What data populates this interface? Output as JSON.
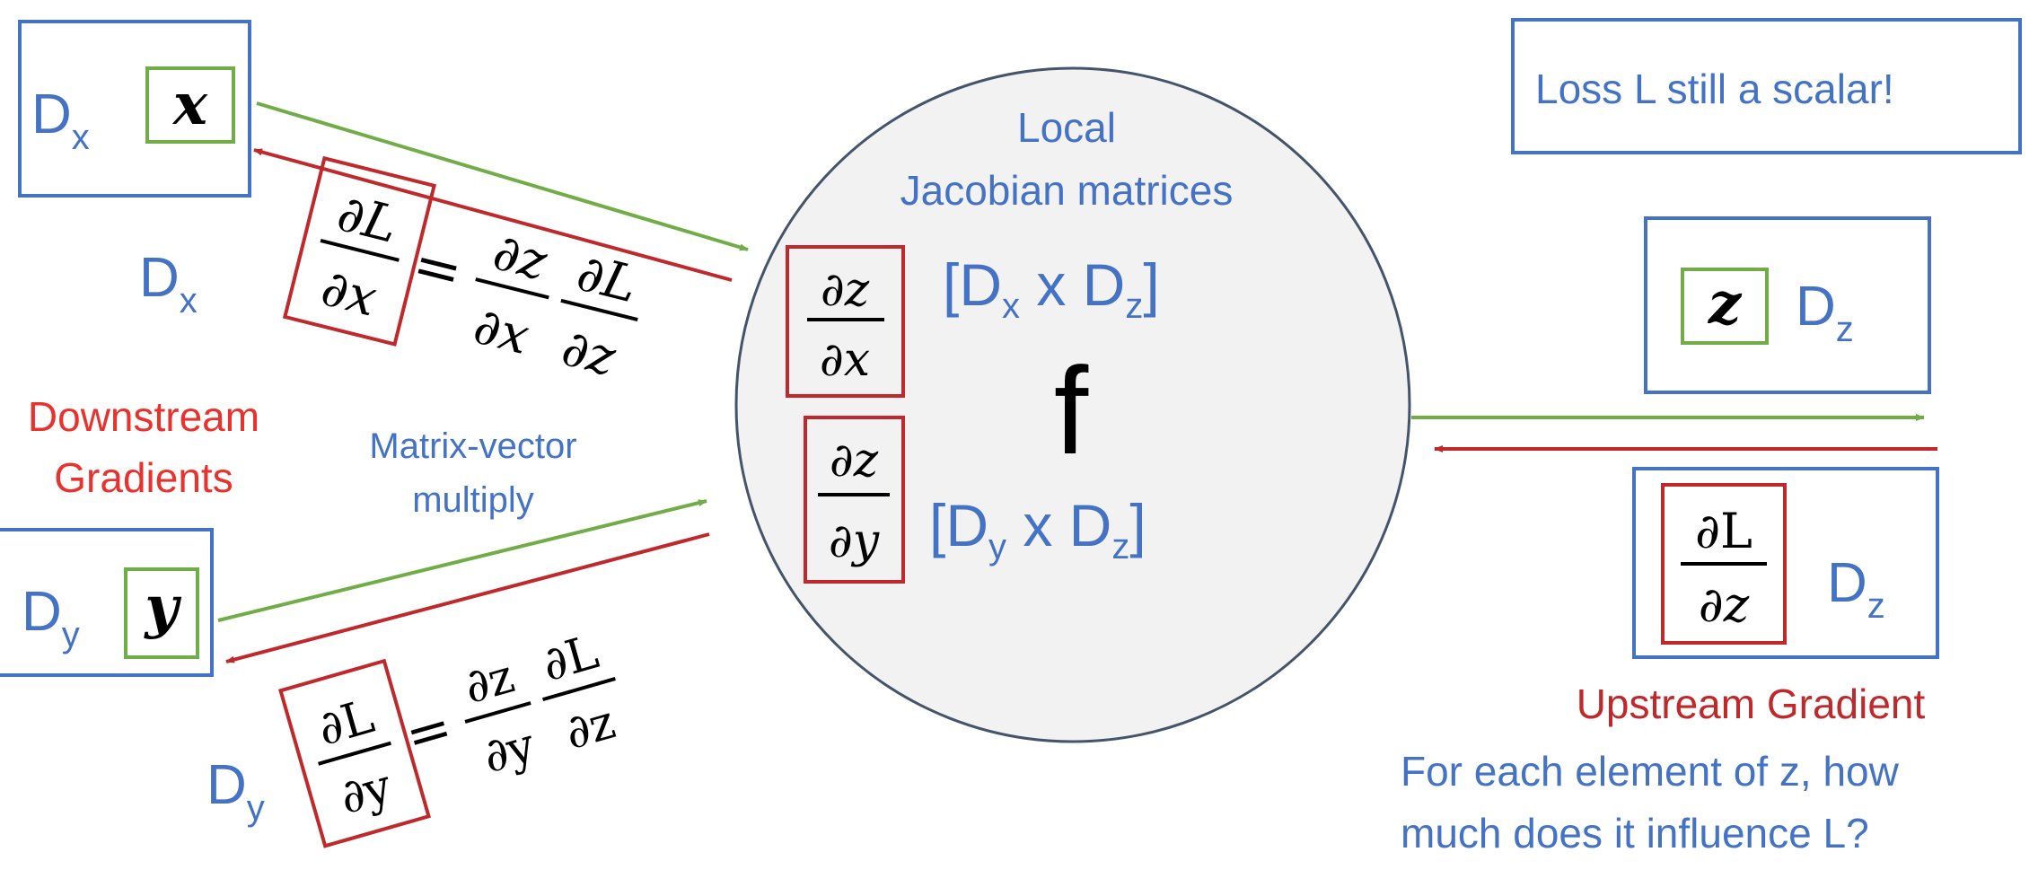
{
  "colors": {
    "blue": "#4472c4",
    "red": "#c0292b",
    "green": "#70ad47",
    "black": "#000000",
    "circle_fill": "#f2f2f2",
    "circle_stroke": "#44546a"
  },
  "node": {
    "function_label": "f",
    "local_label_line1": "Local",
    "local_label_line2": "Jacobian matrices",
    "jac_x": {
      "num": "∂z",
      "den": "∂x",
      "dims_main": "[D",
      "dims_sub1": "x",
      "dims_mid": " x D",
      "dims_sub2": "z",
      "dims_end": "]"
    },
    "jac_y": {
      "num": "∂z",
      "den": "∂y",
      "dims_main": "[D",
      "dims_sub1": "y",
      "dims_mid": " x D",
      "dims_sub2": "z",
      "dims_end": "]"
    }
  },
  "input_x": {
    "dim_main": "D",
    "dim_sub": "x",
    "var": "x"
  },
  "input_y": {
    "dim_main": "D",
    "dim_sub": "y",
    "var": "y"
  },
  "output_z": {
    "var": "z",
    "dim_main": "D",
    "dim_sub": "z"
  },
  "upstream": {
    "num": "∂L",
    "den": "∂z",
    "dim_main": "D",
    "dim_sub": "z"
  },
  "grad_x": {
    "lhs_num": "∂L",
    "lhs_den": "∂x",
    "equals": "=",
    "r1_num": "∂z",
    "r1_den": "∂x",
    "r2_num": "∂L",
    "r2_den": "∂z",
    "dim_main": "D",
    "dim_sub": "x"
  },
  "grad_y": {
    "lhs_num": "∂L",
    "lhs_den": "∂y",
    "equals": "=",
    "r1_num": "∂z",
    "r1_den": "∂y",
    "r2_num": "∂L",
    "r2_den": "∂z",
    "dim_main": "D",
    "dim_sub": "y"
  },
  "labels": {
    "loss_scalar": "Loss L still a scalar!",
    "downstream_line1": "Downstream",
    "downstream_line2": "Gradients",
    "matrix_vector_line1": "Matrix-vector",
    "matrix_vector_line2": "multiply",
    "upstream_gradient": "Upstream Gradient",
    "question_line1": "For each element of z, how",
    "question_line2": "much does it influence L?"
  }
}
